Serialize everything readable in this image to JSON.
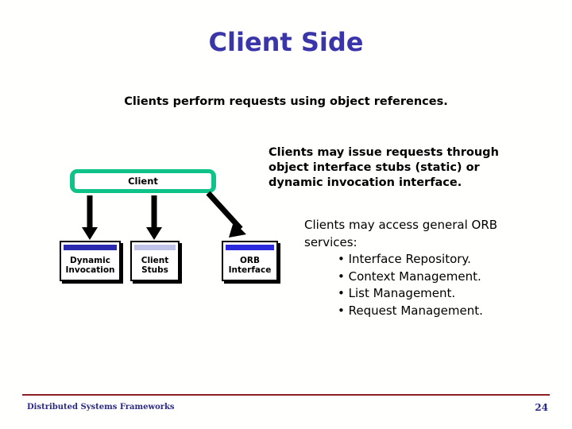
{
  "slide": {
    "title": "Client Side",
    "lead_text": "Clients perform requests using object references.",
    "paragraph_stubs": "Clients may issue requests through object interface stubs (static) or dynamic invocation interface.",
    "services_heading": "Clients may access general ORB services:",
    "services_bullets": [
      "• Interface Repository.",
      "• Context Management.",
      "• List Management.",
      "• Request Management."
    ],
    "diagram": {
      "client_node": {
        "label": "Client",
        "border_color": "#0FC288",
        "fill_color": "#FFFFFF"
      },
      "components": [
        {
          "id": "dynamic-invocation",
          "label_line1": "Dynamic",
          "label_line2": "Invocation",
          "titlebar_color": "#2A2AAE"
        },
        {
          "id": "client-stubs",
          "label_line1": "Client",
          "label_line2": "Stubs",
          "titlebar_color": "#BFC3E8"
        },
        {
          "id": "orb-interface",
          "label_line1": "ORB",
          "label_line2": "Interface",
          "titlebar_color": "#2A2ADC"
        }
      ],
      "connectors": [
        {
          "id": "client-to-dynamic",
          "style": "vertical-arrow",
          "color": "#000000"
        },
        {
          "id": "client-to-stubs",
          "style": "vertical-arrow",
          "color": "#000000"
        },
        {
          "id": "client-to-orb",
          "style": "diagonal-arrow",
          "color": "#000000"
        }
      ]
    },
    "footer": {
      "left_text": "Distributed Systems Frameworks",
      "page_number": "24",
      "rule_color": "#8B2028",
      "text_color": "#2A2A86"
    },
    "colors": {
      "title": "#3A35A8",
      "background": "#FFFFFD",
      "accent_teal": "#0FC288"
    }
  }
}
